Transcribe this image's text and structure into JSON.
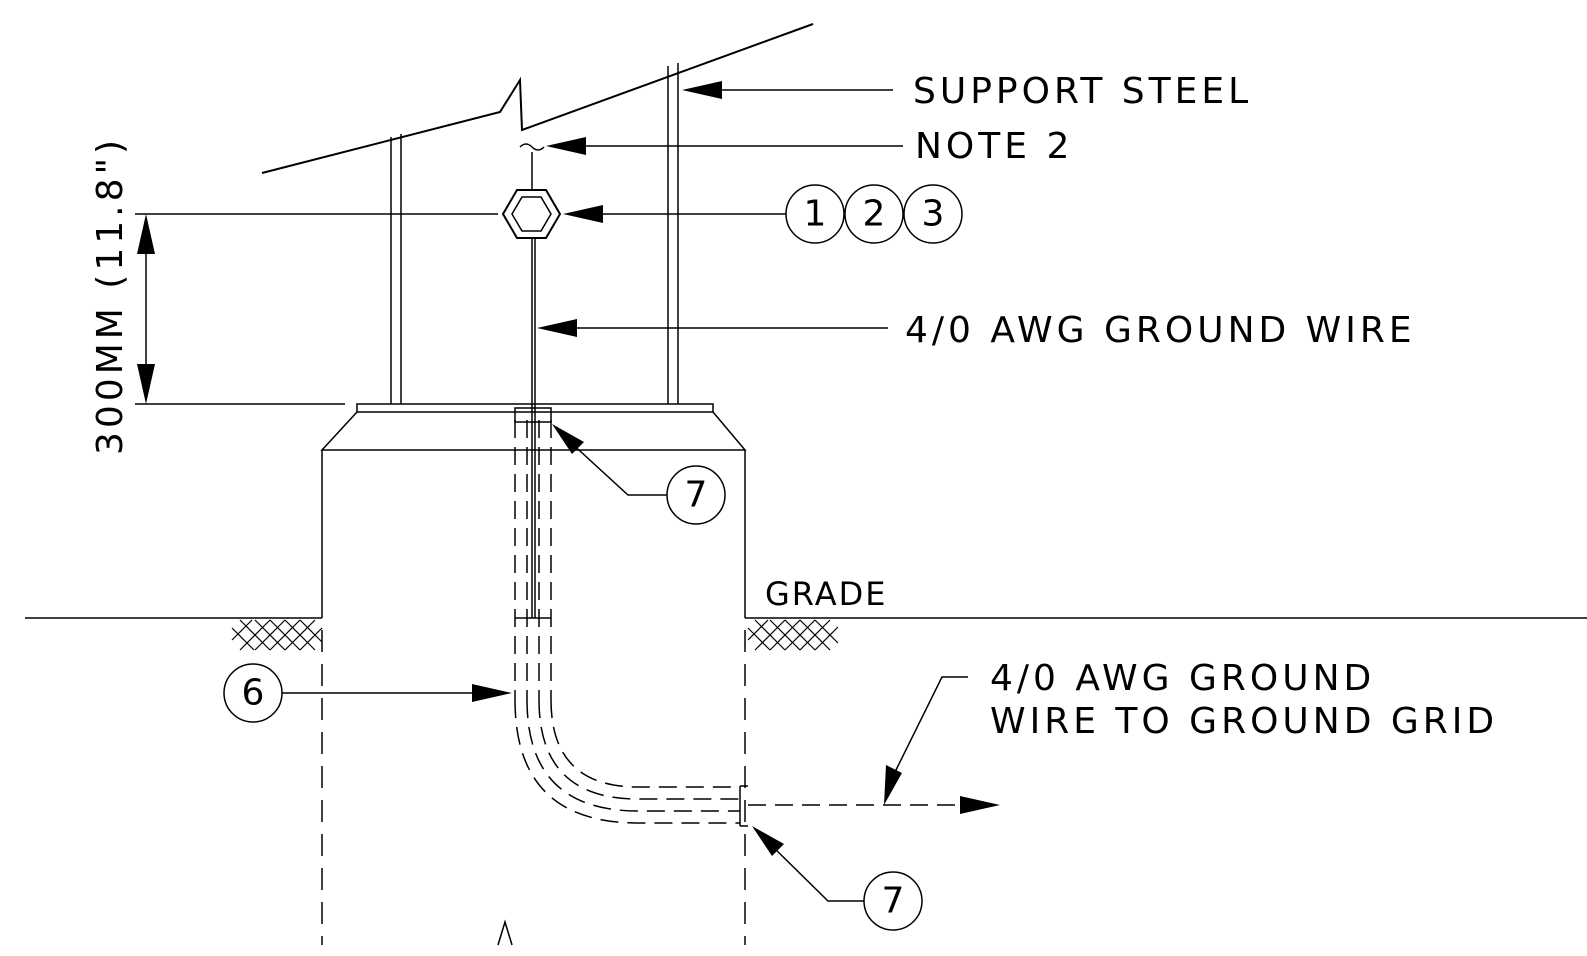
{
  "labels": {
    "support_steel": "SUPPORT STEEL",
    "note_2": "NOTE 2",
    "ground_wire": "4/0 AWG GROUND WIRE",
    "grade": "GRADE",
    "grid_wire_line1": "4/0 AWG GROUND",
    "grid_wire_line2": "WIRE TO GROUND GRID",
    "dimension": "300MM (11.8\")"
  },
  "bubbles": {
    "b1": "1",
    "b2": "2",
    "b3": "3",
    "b6": "6",
    "b7_top": "7",
    "b7_bottom": "7"
  }
}
